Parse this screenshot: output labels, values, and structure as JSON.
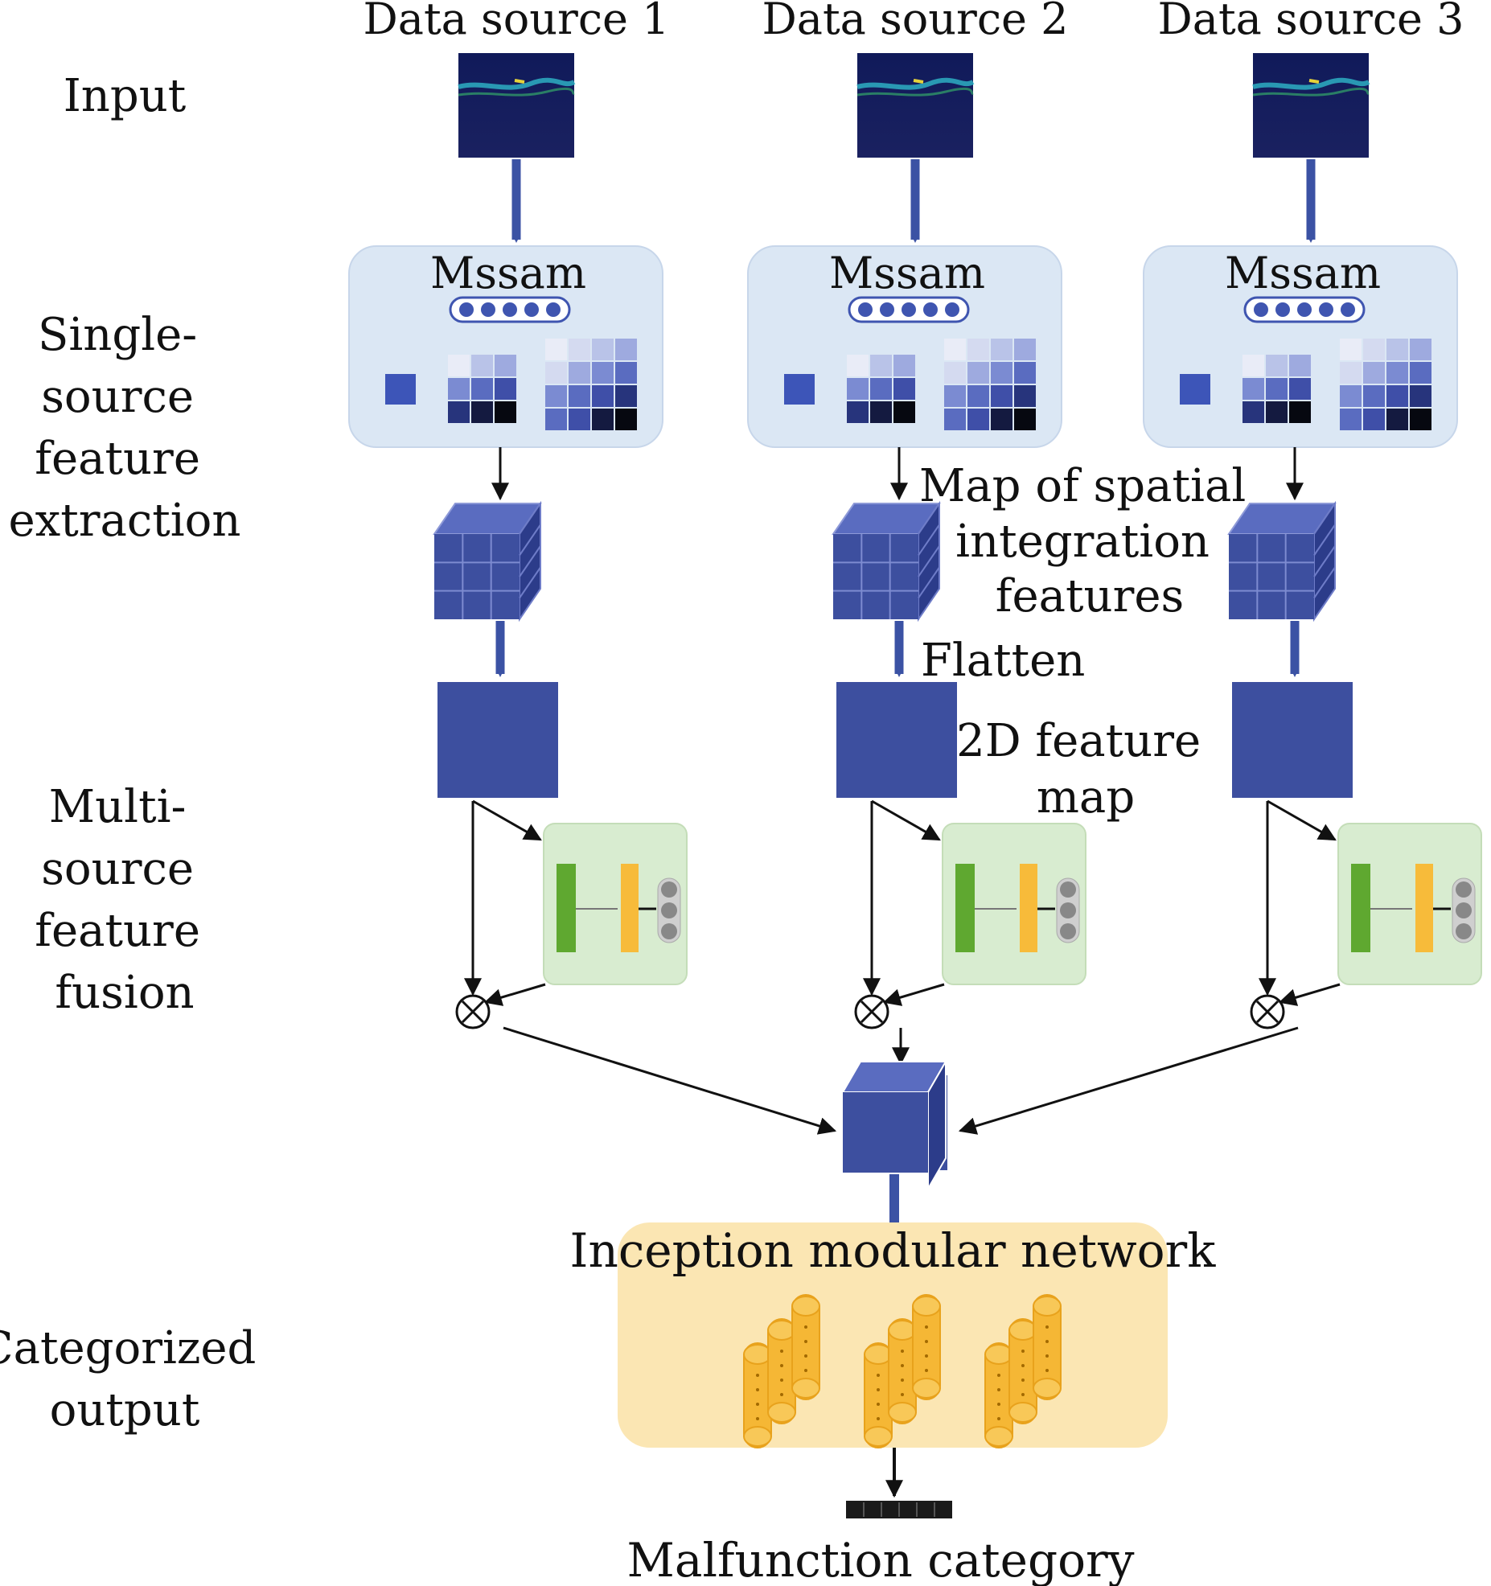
{
  "stages": {
    "input": "Input",
    "single_source": [
      "Single-",
      "source",
      "feature",
      "extraction"
    ],
    "multi_source": [
      "Multi-",
      "source",
      "feature",
      "fusion"
    ],
    "categorized": [
      "Categorized",
      "output"
    ]
  },
  "sources": [
    "Data source 1",
    "Data source 2",
    "Data source 3"
  ],
  "module_label": "Mssam",
  "annotations": {
    "spatial_map": [
      "Map of spatial",
      "integration",
      "features"
    ],
    "flatten": "Flatten",
    "feature_map_2d": [
      "2D feature",
      "map"
    ]
  },
  "inception_label": "Inception modular network",
  "output_label": "Malfunction category",
  "colors": {
    "arrow_blue": "#3b52a4",
    "block_blue": "#3d4f9f",
    "module_bg": "#dbe7f4",
    "attention_bg": "#d8ecd0",
    "inception_bg": "#fbe6b3",
    "inception_unit": "#f5b735"
  }
}
